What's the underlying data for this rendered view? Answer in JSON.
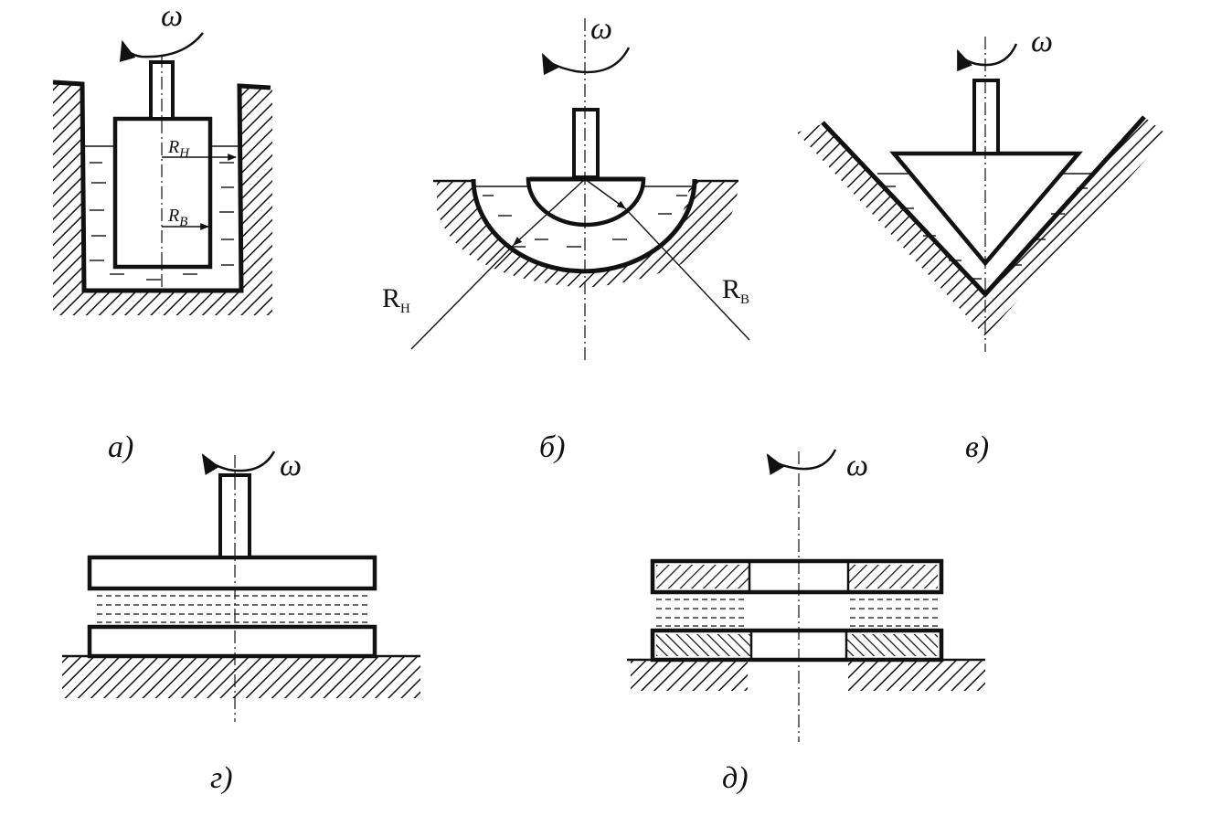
{
  "omega_symbol": "ω",
  "figures": [
    {
      "caption": "а)",
      "labels": {
        "r_outer": "R",
        "r_outer_sub": "Н",
        "r_inner": "R",
        "r_inner_sub": "В"
      }
    },
    {
      "caption": "б)",
      "labels": {
        "r_outer": "R",
        "r_outer_sub": "Н",
        "r_inner": "R",
        "r_inner_sub": "В"
      }
    },
    {
      "caption": "в)"
    },
    {
      "caption": "г)"
    },
    {
      "caption": "д)"
    }
  ],
  "colors": {
    "ink": "#111111",
    "background": "#ffffff"
  }
}
